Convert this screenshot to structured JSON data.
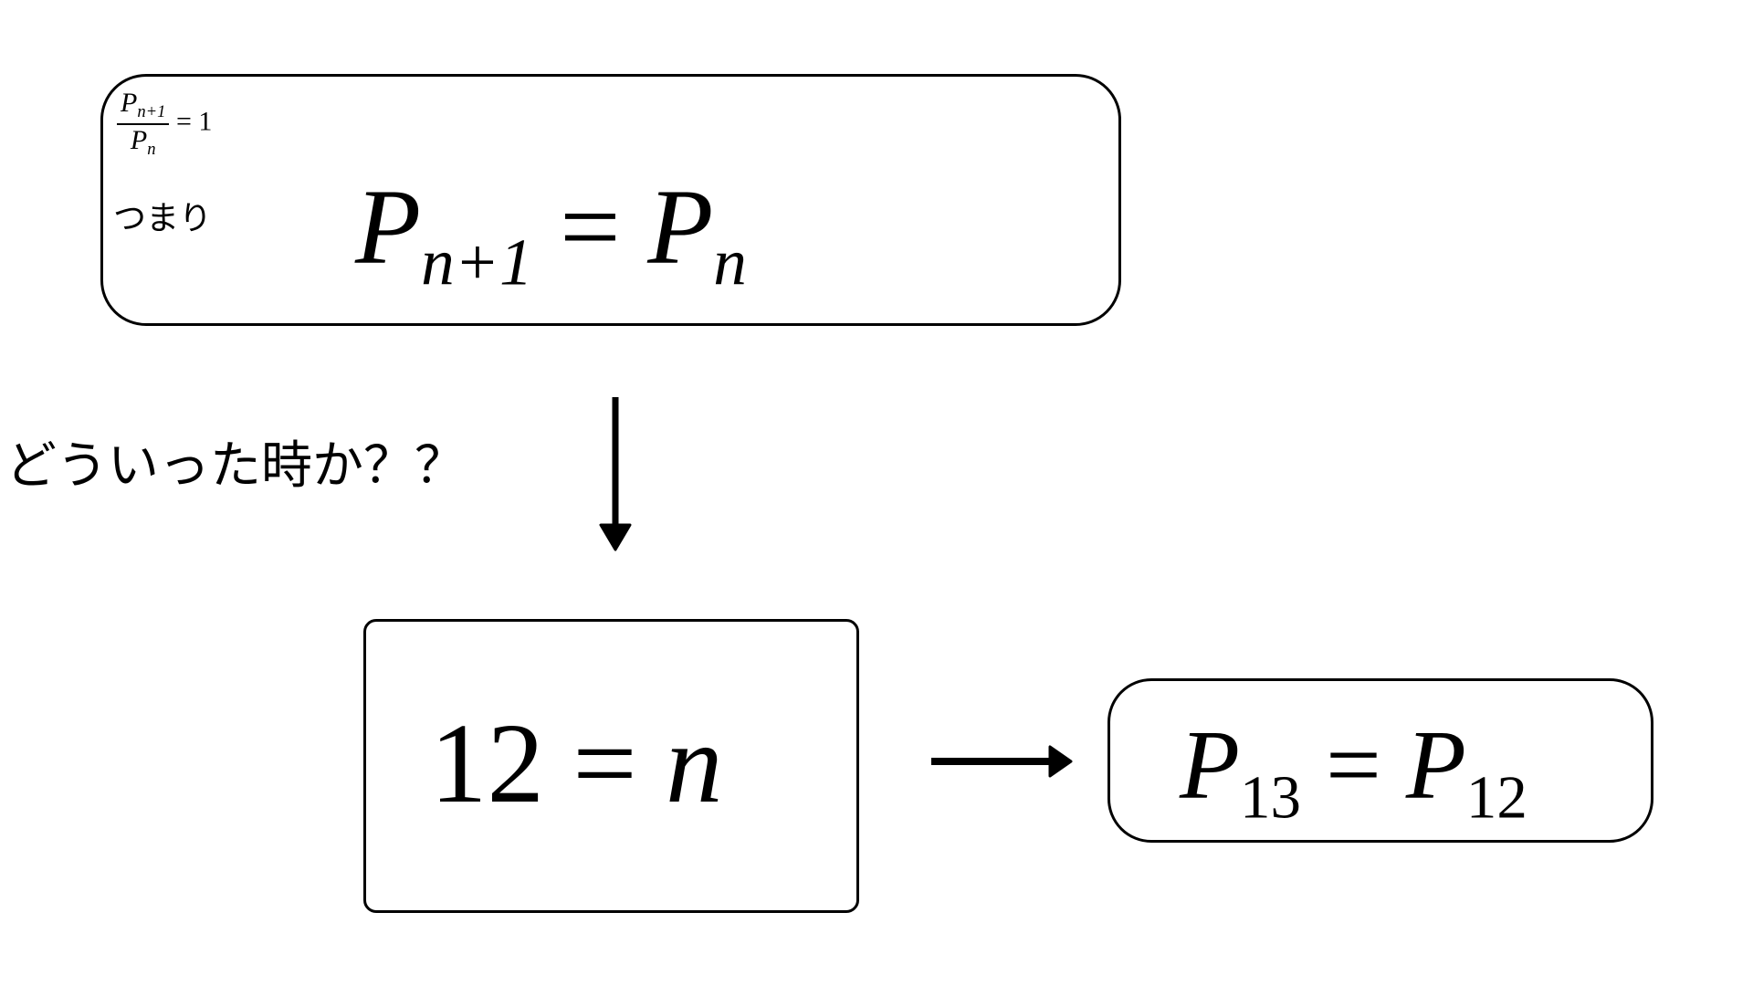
{
  "top_box": {
    "ratio": {
      "num_base": "P",
      "num_sub": "n+1",
      "den_base": "P",
      "den_sub": "n",
      "rhs": "= 1"
    },
    "tsumari": "つまり",
    "formula": {
      "lhs_base": "P",
      "lhs_sub": "n+1",
      "equals": "=",
      "rhs_base": "P",
      "rhs_sub": "n"
    }
  },
  "question": "どういった時か？？",
  "middle_box": {
    "lhs": "12",
    "equals": "=",
    "rhs": "n"
  },
  "result_box": {
    "lhs_base": "P",
    "lhs_sub": "13",
    "equals": "=",
    "rhs_base": "P",
    "rhs_sub": "12"
  }
}
